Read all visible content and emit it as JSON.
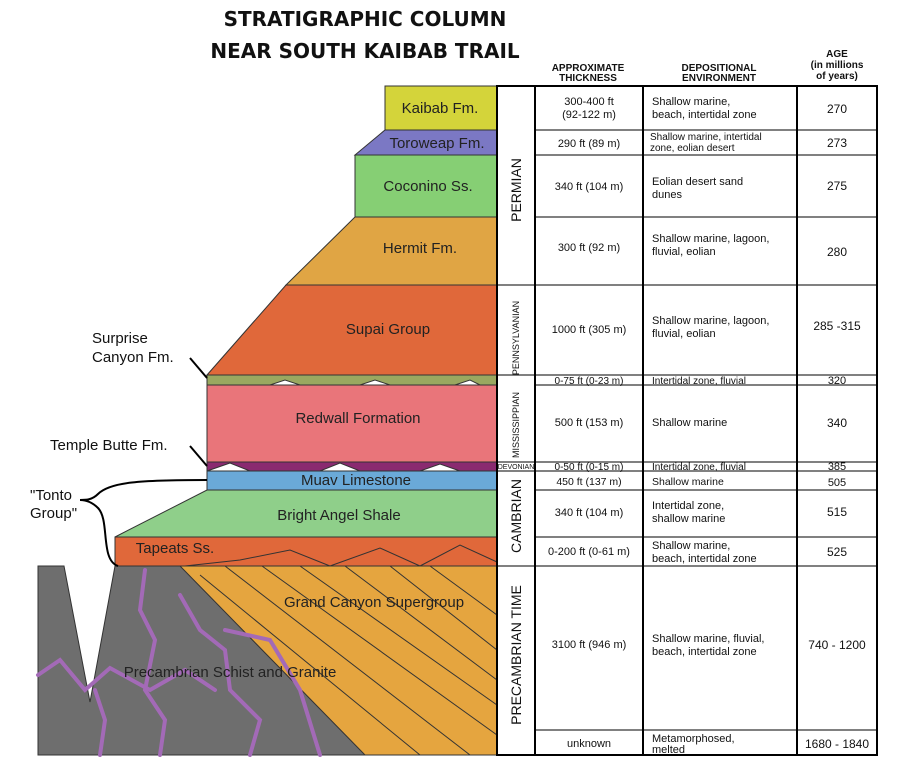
{
  "title": {
    "line1": "STRATIGRAPHIC COLUMN",
    "line2": "NEAR SOUTH KAIBAB TRAIL"
  },
  "headers": {
    "thickness": [
      "APPROXIMATE",
      "THICKNESS"
    ],
    "environment": [
      "DEPOSITIONAL",
      "ENVIRONMENT"
    ],
    "age": [
      "AGE",
      "(in millions",
      "of years)"
    ]
  },
  "side_labels": {
    "surprise_canyon": [
      "Surprise",
      "Canyon Fm."
    ],
    "temple_butte": "Temple Butte Fm.",
    "tonto_group": [
      "\"Tonto",
      "Group\""
    ]
  },
  "formations": [
    {
      "name": "Kaibab Fm.",
      "color": "#d4d43a"
    },
    {
      "name": "Toroweap Fm.",
      "color": "#7b78c4"
    },
    {
      "name": "Coconino Ss.",
      "color": "#86cf74"
    },
    {
      "name": "Hermit Fm.",
      "color": "#e0a544"
    },
    {
      "name": "Supai Group",
      "color": "#e0683a"
    },
    {
      "name": "Redwall Formation",
      "color": "#e9757a"
    },
    {
      "name": "Muav Limestone",
      "color": "#6aa9d8"
    },
    {
      "name": "Bright Angel Shale",
      "color": "#8fcf8a"
    },
    {
      "name": "Tapeats Ss.",
      "color": "#e0683a"
    },
    {
      "name": "Grand Canyon Supergroup",
      "color": "#e5a53f"
    },
    {
      "name": "Precambrian Schist and Granite",
      "color": "#6e6e6e"
    }
  ],
  "accent_colors": {
    "surprise_canyon": "#9aa860",
    "temple_butte": "#8a2a70",
    "granite_veins": "#a36ab7"
  },
  "periods": [
    "PERMIAN",
    "PENNSYLVANIAN",
    "MISSISSIPPIAN",
    "DEVONIAN",
    "CAMBRIAN",
    "PRECAMBRIAN TIME"
  ],
  "rows": [
    {
      "thickness": [
        "300-400 ft",
        "(92-122 m)"
      ],
      "environment": [
        "Shallow marine,",
        "beach, intertidal zone"
      ],
      "age": "270"
    },
    {
      "thickness": [
        "290 ft (89 m)"
      ],
      "environment": [
        "Shallow marine, intertidal",
        "zone, eolian desert"
      ],
      "age": "273"
    },
    {
      "thickness": [
        "340 ft (104 m)"
      ],
      "environment": [
        "Eolian desert sand",
        "dunes"
      ],
      "age": "275"
    },
    {
      "thickness": [
        "300 ft (92 m)"
      ],
      "environment": [
        "Shallow marine, lagoon,",
        "fluvial, eolian"
      ],
      "age": "280"
    },
    {
      "thickness": [
        "1000 ft (305 m)"
      ],
      "environment": [
        "Shallow marine, lagoon,",
        "fluvial, eolian"
      ],
      "age": "285 -315"
    },
    {
      "thickness": [
        "0-75 ft (0-23 m)"
      ],
      "environment": [
        "Intertidal zone, fluvial"
      ],
      "age": "320"
    },
    {
      "thickness": [
        "500 ft (153 m)"
      ],
      "environment": [
        "Shallow marine"
      ],
      "age": "340"
    },
    {
      "thickness": [
        "0-50 ft (0-15 m)"
      ],
      "environment": [
        "Intertidal zone, fluvial"
      ],
      "age": "385"
    },
    {
      "thickness": [
        "450 ft (137 m)"
      ],
      "environment": [
        "Shallow marine"
      ],
      "age": "505"
    },
    {
      "thickness": [
        "340 ft (104 m)"
      ],
      "environment": [
        "Intertidal zone,",
        "shallow marine"
      ],
      "age": "515"
    },
    {
      "thickness": [
        "0-200 ft (0-61 m)"
      ],
      "environment": [
        "Shallow marine,",
        "beach, intertidal zone"
      ],
      "age": "525"
    },
    {
      "thickness": [
        "3100 ft (946 m)"
      ],
      "environment": [
        "Shallow marine, fluvial,",
        "beach, intertidal zone"
      ],
      "age": "740 - 1200"
    },
    {
      "thickness": [
        "unknown"
      ],
      "environment": [
        "Metamorphosed,",
        "melted"
      ],
      "age": "1680 - 1840"
    }
  ]
}
